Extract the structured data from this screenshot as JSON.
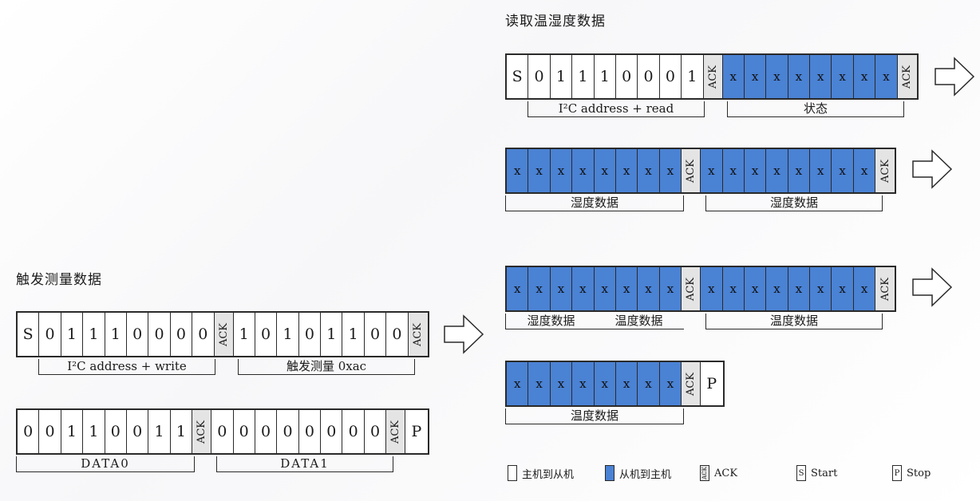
{
  "read_section": {
    "title": "读取温湿度数据",
    "row1": {
      "cells": [
        {
          "v": "S",
          "t": "m"
        },
        {
          "v": "0",
          "t": "m"
        },
        {
          "v": "1",
          "t": "m"
        },
        {
          "v": "1",
          "t": "m"
        },
        {
          "v": "1",
          "t": "m"
        },
        {
          "v": "0",
          "t": "m"
        },
        {
          "v": "0",
          "t": "m"
        },
        {
          "v": "0",
          "t": "m"
        },
        {
          "v": "1",
          "t": "m"
        },
        {
          "v": "ACK",
          "t": "a"
        },
        {
          "v": "x",
          "t": "s"
        },
        {
          "v": "x",
          "t": "s"
        },
        {
          "v": "x",
          "t": "s"
        },
        {
          "v": "x",
          "t": "s"
        },
        {
          "v": "x",
          "t": "s"
        },
        {
          "v": "x",
          "t": "s"
        },
        {
          "v": "x",
          "t": "s"
        },
        {
          "v": "x",
          "t": "s"
        },
        {
          "v": "ACK",
          "t": "a"
        }
      ],
      "labels": [
        "I²C address + read",
        "状态"
      ]
    },
    "row2": {
      "cells": [
        {
          "v": "x",
          "t": "s"
        },
        {
          "v": "x",
          "t": "s"
        },
        {
          "v": "x",
          "t": "s"
        },
        {
          "v": "x",
          "t": "s"
        },
        {
          "v": "x",
          "t": "s"
        },
        {
          "v": "x",
          "t": "s"
        },
        {
          "v": "x",
          "t": "s"
        },
        {
          "v": "x",
          "t": "s"
        },
        {
          "v": "ACK",
          "t": "a"
        },
        {
          "v": "x",
          "t": "s"
        },
        {
          "v": "x",
          "t": "s"
        },
        {
          "v": "x",
          "t": "s"
        },
        {
          "v": "x",
          "t": "s"
        },
        {
          "v": "x",
          "t": "s"
        },
        {
          "v": "x",
          "t": "s"
        },
        {
          "v": "x",
          "t": "s"
        },
        {
          "v": "x",
          "t": "s"
        },
        {
          "v": "ACK",
          "t": "a"
        }
      ],
      "labels": [
        "湿度数据",
        "湿度数据"
      ]
    },
    "row3": {
      "cells": [
        {
          "v": "x",
          "t": "s"
        },
        {
          "v": "x",
          "t": "s"
        },
        {
          "v": "x",
          "t": "s"
        },
        {
          "v": "x",
          "t": "s"
        },
        {
          "v": "x",
          "t": "s"
        },
        {
          "v": "x",
          "t": "s"
        },
        {
          "v": "x",
          "t": "s"
        },
        {
          "v": "x",
          "t": "s"
        },
        {
          "v": "ACK",
          "t": "a"
        },
        {
          "v": "x",
          "t": "s"
        },
        {
          "v": "x",
          "t": "s"
        },
        {
          "v": "x",
          "t": "s"
        },
        {
          "v": "x",
          "t": "s"
        },
        {
          "v": "x",
          "t": "s"
        },
        {
          "v": "x",
          "t": "s"
        },
        {
          "v": "x",
          "t": "s"
        },
        {
          "v": "x",
          "t": "s"
        },
        {
          "v": "ACK",
          "t": "a"
        }
      ],
      "labels": [
        "湿度数据",
        "温度数据",
        "温度数据"
      ]
    },
    "row4": {
      "cells": [
        {
          "v": "x",
          "t": "s"
        },
        {
          "v": "x",
          "t": "s"
        },
        {
          "v": "x",
          "t": "s"
        },
        {
          "v": "x",
          "t": "s"
        },
        {
          "v": "x",
          "t": "s"
        },
        {
          "v": "x",
          "t": "s"
        },
        {
          "v": "x",
          "t": "s"
        },
        {
          "v": "x",
          "t": "s"
        },
        {
          "v": "ACK",
          "t": "a"
        },
        {
          "v": "P",
          "t": "m"
        }
      ],
      "labels": [
        "温度数据"
      ]
    }
  },
  "trigger_section": {
    "title": "触发测量数据",
    "row1": {
      "cells": [
        {
          "v": "S",
          "t": "m"
        },
        {
          "v": "0",
          "t": "m"
        },
        {
          "v": "1",
          "t": "m"
        },
        {
          "v": "1",
          "t": "m"
        },
        {
          "v": "1",
          "t": "m"
        },
        {
          "v": "0",
          "t": "m"
        },
        {
          "v": "0",
          "t": "m"
        },
        {
          "v": "0",
          "t": "m"
        },
        {
          "v": "0",
          "t": "m"
        },
        {
          "v": "ACK",
          "t": "a"
        },
        {
          "v": "1",
          "t": "m"
        },
        {
          "v": "0",
          "t": "m"
        },
        {
          "v": "1",
          "t": "m"
        },
        {
          "v": "0",
          "t": "m"
        },
        {
          "v": "1",
          "t": "m"
        },
        {
          "v": "1",
          "t": "m"
        },
        {
          "v": "0",
          "t": "m"
        },
        {
          "v": "0",
          "t": "m"
        },
        {
          "v": "ACK",
          "t": "a"
        }
      ],
      "labels": [
        "I²C address + write",
        "触发测量 0xac"
      ]
    },
    "row2": {
      "cells": [
        {
          "v": "0",
          "t": "m"
        },
        {
          "v": "0",
          "t": "m"
        },
        {
          "v": "1",
          "t": "m"
        },
        {
          "v": "1",
          "t": "m"
        },
        {
          "v": "0",
          "t": "m"
        },
        {
          "v": "0",
          "t": "m"
        },
        {
          "v": "1",
          "t": "m"
        },
        {
          "v": "1",
          "t": "m"
        },
        {
          "v": "ACK",
          "t": "a"
        },
        {
          "v": "0",
          "t": "m"
        },
        {
          "v": "0",
          "t": "m"
        },
        {
          "v": "0",
          "t": "m"
        },
        {
          "v": "0",
          "t": "m"
        },
        {
          "v": "0",
          "t": "m"
        },
        {
          "v": "0",
          "t": "m"
        },
        {
          "v": "0",
          "t": "m"
        },
        {
          "v": "0",
          "t": "m"
        },
        {
          "v": "ACK",
          "t": "a"
        },
        {
          "v": "P",
          "t": "m"
        }
      ],
      "labels": [
        "DATA0",
        "DATA1"
      ]
    }
  },
  "legend": {
    "master_to_slave": "主机到从机",
    "slave_to_master": "从机到主机",
    "ack": "ACK",
    "ack_glyph": "ACK",
    "start_glyph": "S",
    "start": "Start",
    "stop_glyph": "P",
    "stop": "Stop"
  },
  "colors": {
    "slave_fill": "#4a82d4",
    "ack_fill": "#e4e4e4",
    "master_fill": "#ffffff"
  }
}
